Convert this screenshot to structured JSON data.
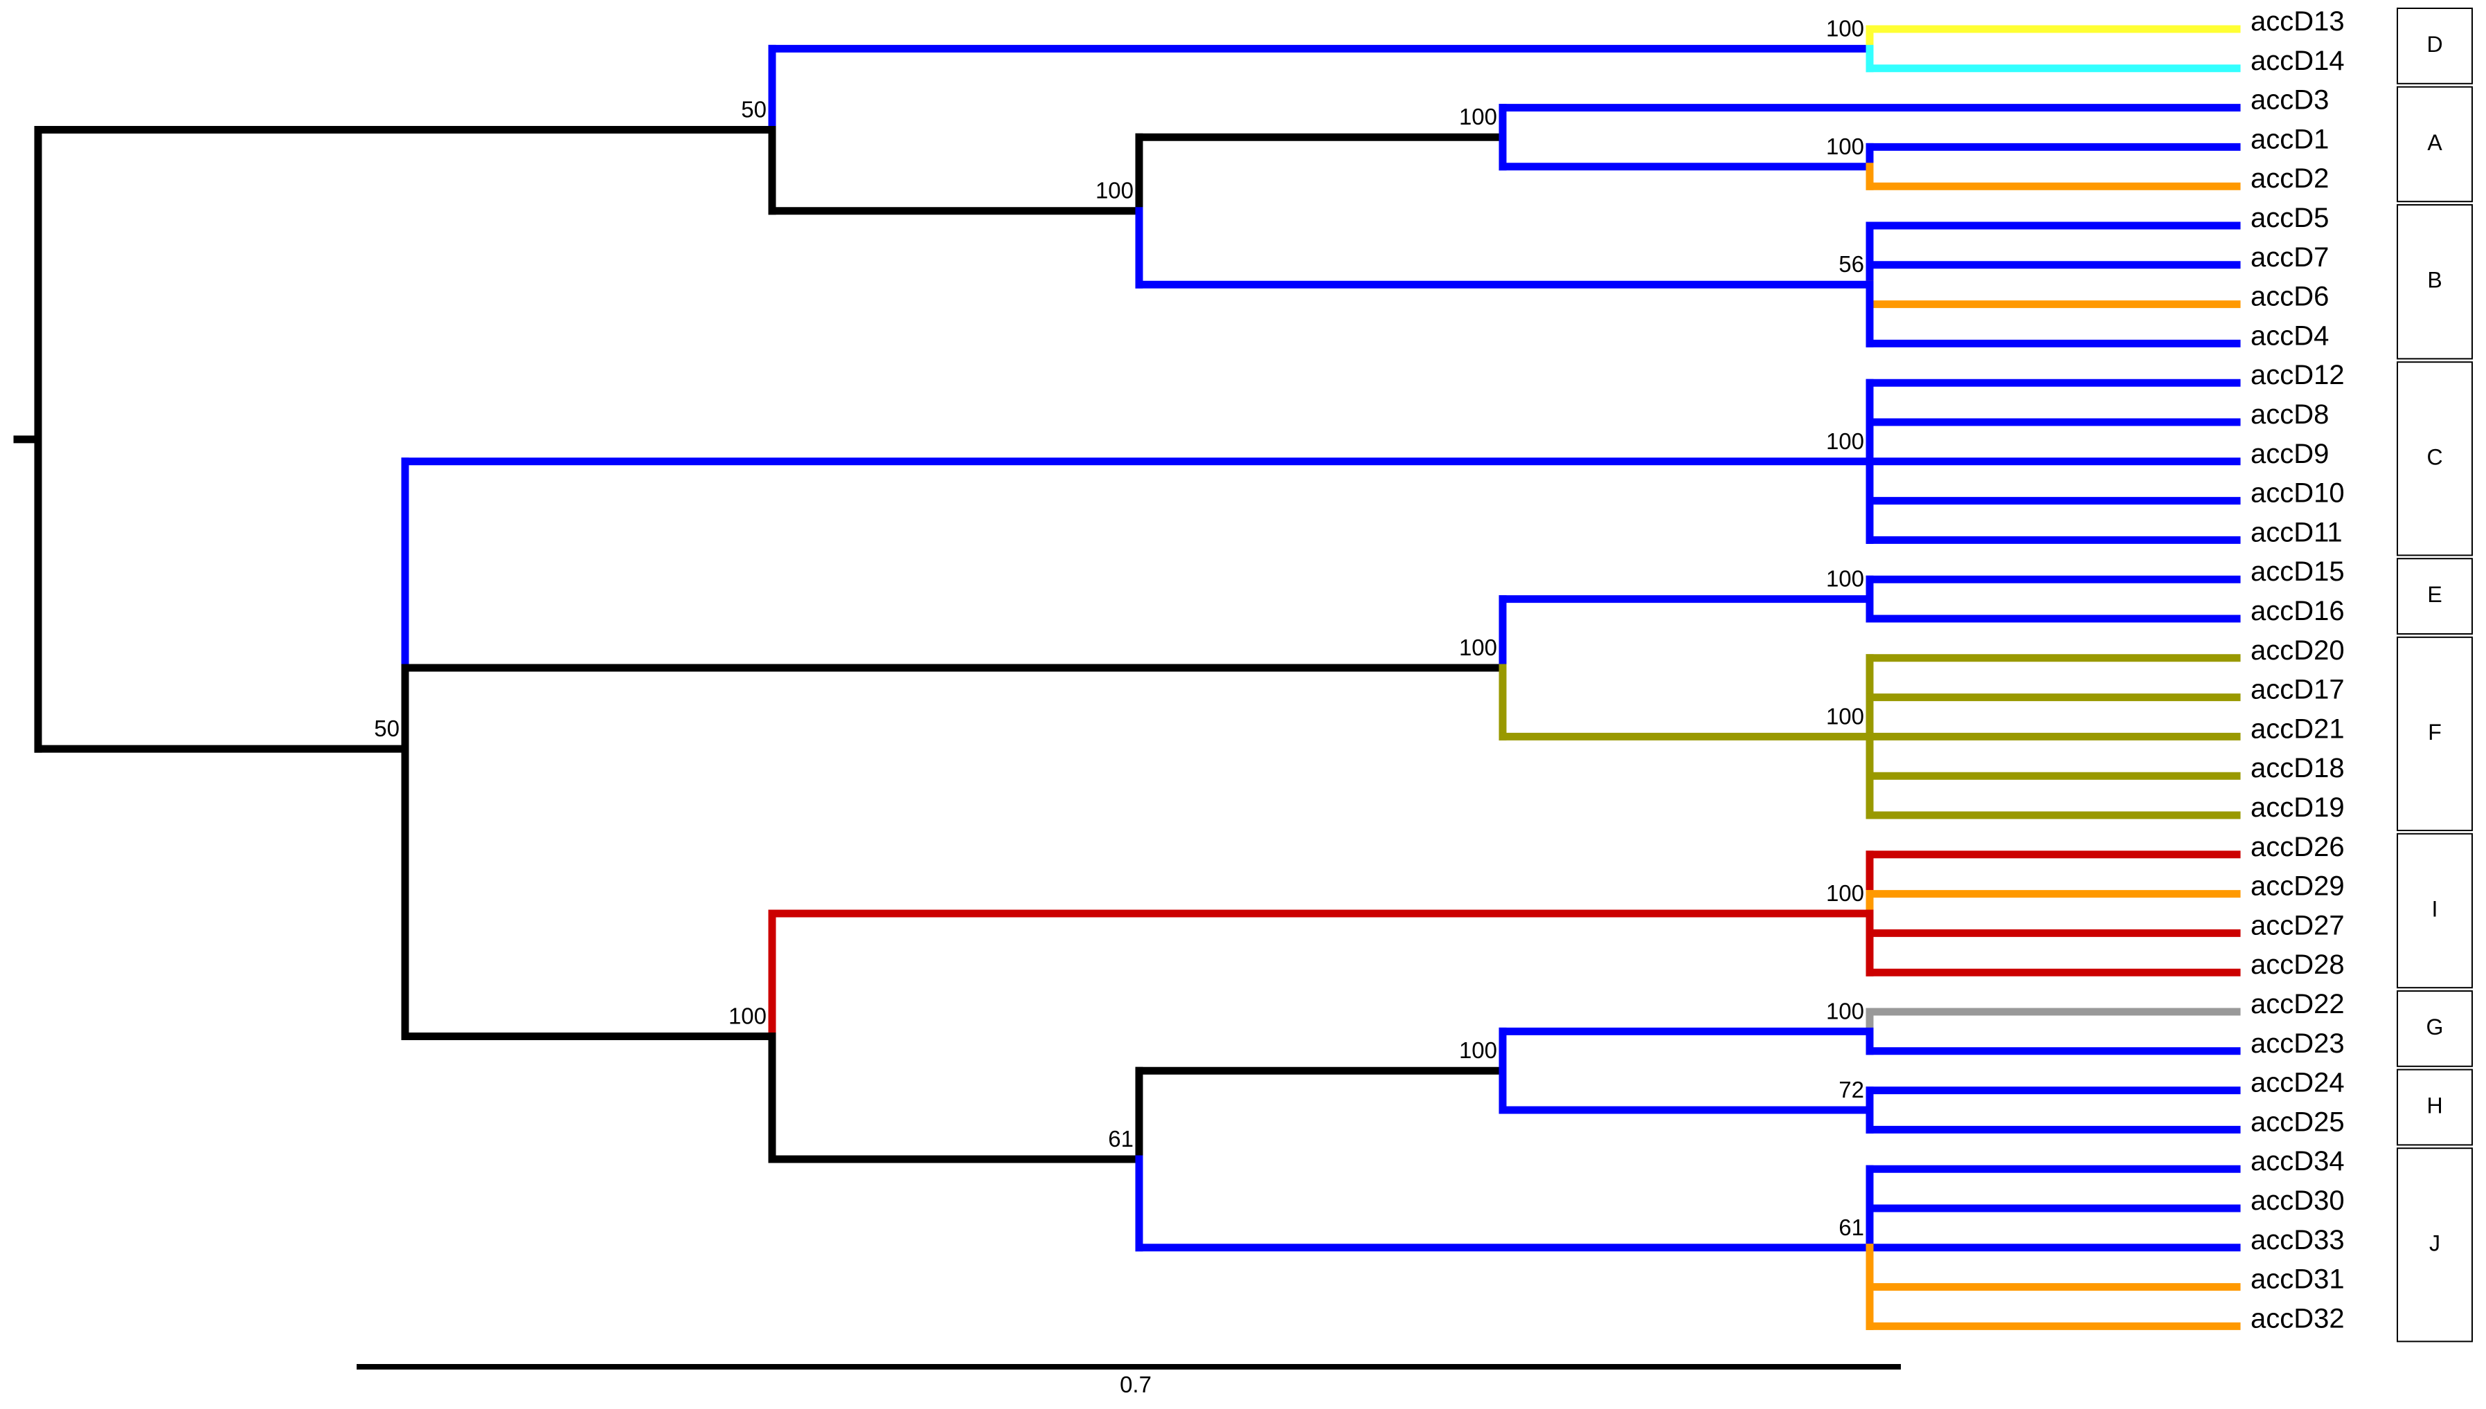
{
  "branch_default_color": "#000000",
  "tips": [
    {
      "id": "accD13",
      "label": "accD13",
      "color": "#ffff33"
    },
    {
      "id": "accD14",
      "label": "accD14",
      "color": "#33ffff"
    },
    {
      "id": "accD3",
      "label": "accD3",
      "color": "#0000ff"
    },
    {
      "id": "accD1",
      "label": "accD1",
      "color": "#0000ff"
    },
    {
      "id": "accD2",
      "label": "accD2",
      "color": "#ff9900"
    },
    {
      "id": "accD5",
      "label": "accD5",
      "color": "#0000ff"
    },
    {
      "id": "accD7",
      "label": "accD7",
      "color": "#0000ff"
    },
    {
      "id": "accD6",
      "label": "accD6",
      "color": "#ff9900"
    },
    {
      "id": "accD4",
      "label": "accD4",
      "color": "#0000ff"
    },
    {
      "id": "accD12",
      "label": "accD12",
      "color": "#0000ff"
    },
    {
      "id": "accD8",
      "label": "accD8",
      "color": "#0000ff"
    },
    {
      "id": "accD9",
      "label": "accD9",
      "color": "#0000ff"
    },
    {
      "id": "accD10",
      "label": "accD10",
      "color": "#0000ff"
    },
    {
      "id": "accD11",
      "label": "accD11",
      "color": "#0000ff"
    },
    {
      "id": "accD15",
      "label": "accD15",
      "color": "#0000ff"
    },
    {
      "id": "accD16",
      "label": "accD16",
      "color": "#0000ff"
    },
    {
      "id": "accD20",
      "label": "accD20",
      "color": "#999900"
    },
    {
      "id": "accD17",
      "label": "accD17",
      "color": "#999900"
    },
    {
      "id": "accD21",
      "label": "accD21",
      "color": "#999900"
    },
    {
      "id": "accD18",
      "label": "accD18",
      "color": "#999900"
    },
    {
      "id": "accD19",
      "label": "accD19",
      "color": "#999900"
    },
    {
      "id": "accD26",
      "label": "accD26",
      "color": "#cc0000"
    },
    {
      "id": "accD29",
      "label": "accD29",
      "color": "#ff9900"
    },
    {
      "id": "accD27",
      "label": "accD27",
      "color": "#cc0000"
    },
    {
      "id": "accD28",
      "label": "accD28",
      "color": "#cc0000"
    },
    {
      "id": "accD22",
      "label": "accD22",
      "color": "#999999"
    },
    {
      "id": "accD23",
      "label": "accD23",
      "color": "#0000ff"
    },
    {
      "id": "accD24",
      "label": "accD24",
      "color": "#0000ff"
    },
    {
      "id": "accD25",
      "label": "accD25",
      "color": "#0000ff"
    },
    {
      "id": "accD34",
      "label": "accD34",
      "color": "#0000ff"
    },
    {
      "id": "accD30",
      "label": "accD30",
      "color": "#0000ff"
    },
    {
      "id": "accD33",
      "label": "accD33",
      "color": "#0000ff"
    },
    {
      "id": "accD31",
      "label": "accD31",
      "color": "#ff9900"
    },
    {
      "id": "accD32",
      "label": "accD32",
      "color": "#ff9900"
    }
  ],
  "nodes": [
    {
      "id": "n_root",
      "parent": null,
      "support": ""
    },
    {
      "id": "n_top",
      "parent": "n_root",
      "support": "50"
    },
    {
      "id": "n_DD",
      "parent": "n_top",
      "support": "100",
      "color": "#0000ff"
    },
    {
      "id": "n_AB",
      "parent": "n_top",
      "support": "100"
    },
    {
      "id": "n_A",
      "parent": "n_AB",
      "support": "100"
    },
    {
      "id": "n_A12",
      "parent": "n_A",
      "support": "100",
      "color": "#0000ff"
    },
    {
      "id": "n_B",
      "parent": "n_AB",
      "support": "56",
      "color": "#0000ff"
    },
    {
      "id": "n_bot",
      "parent": "n_root",
      "support": "50"
    },
    {
      "id": "n_C",
      "parent": "n_bot",
      "support": "100",
      "color": "#0000ff"
    },
    {
      "id": "n_EF",
      "parent": "n_bot",
      "support": "100"
    },
    {
      "id": "n_E",
      "parent": "n_EF",
      "support": "100",
      "color": "#0000ff"
    },
    {
      "id": "n_F",
      "parent": "n_EF",
      "support": "100",
      "color": "#999900"
    },
    {
      "id": "n_IGHJ",
      "parent": "n_bot",
      "support": "100"
    },
    {
      "id": "n_I",
      "parent": "n_IGHJ",
      "support": "100",
      "color": "#cc0000"
    },
    {
      "id": "n_GHJ",
      "parent": "n_IGHJ",
      "support": "61"
    },
    {
      "id": "n_GH",
      "parent": "n_GHJ",
      "support": "100"
    },
    {
      "id": "n_G",
      "parent": "n_GH",
      "support": "100",
      "color": "#0000ff"
    },
    {
      "id": "n_H",
      "parent": "n_GH",
      "support": "72",
      "color": "#0000ff"
    },
    {
      "id": "n_J",
      "parent": "n_GHJ",
      "support": "61",
      "color": "#0000ff"
    }
  ],
  "edges": [
    [
      "n_top",
      "n_root"
    ],
    [
      "n_bot",
      "n_root"
    ],
    [
      "n_DD",
      "n_top"
    ],
    [
      "n_AB",
      "n_top"
    ],
    [
      "accD13",
      "n_DD"
    ],
    [
      "accD14",
      "n_DD"
    ],
    [
      "n_A",
      "n_AB"
    ],
    [
      "n_B",
      "n_AB"
    ],
    [
      "accD3",
      "n_A"
    ],
    [
      "n_A12",
      "n_A"
    ],
    [
      "accD1",
      "n_A12"
    ],
    [
      "accD2",
      "n_A12"
    ],
    [
      "accD5",
      "n_B"
    ],
    [
      "accD7",
      "n_B"
    ],
    [
      "accD6",
      "n_B"
    ],
    [
      "accD4",
      "n_B"
    ],
    [
      "n_C",
      "n_bot"
    ],
    [
      "n_EF",
      "n_bot"
    ],
    [
      "n_IGHJ",
      "n_bot"
    ],
    [
      "accD12",
      "n_C"
    ],
    [
      "accD8",
      "n_C"
    ],
    [
      "accD9",
      "n_C"
    ],
    [
      "accD10",
      "n_C"
    ],
    [
      "accD11",
      "n_C"
    ],
    [
      "n_E",
      "n_EF"
    ],
    [
      "n_F",
      "n_EF"
    ],
    [
      "accD15",
      "n_E"
    ],
    [
      "accD16",
      "n_E"
    ],
    [
      "accD20",
      "n_F"
    ],
    [
      "accD17",
      "n_F"
    ],
    [
      "accD21",
      "n_F"
    ],
    [
      "accD18",
      "n_F"
    ],
    [
      "accD19",
      "n_F"
    ],
    [
      "n_I",
      "n_IGHJ"
    ],
    [
      "n_GHJ",
      "n_IGHJ"
    ],
    [
      "accD26",
      "n_I"
    ],
    [
      "accD29",
      "n_I"
    ],
    [
      "accD27",
      "n_I"
    ],
    [
      "accD28",
      "n_I"
    ],
    [
      "n_GH",
      "n_GHJ"
    ],
    [
      "n_J",
      "n_GHJ"
    ],
    [
      "n_G",
      "n_GH"
    ],
    [
      "n_H",
      "n_GH"
    ],
    [
      "accD22",
      "n_G"
    ],
    [
      "accD23",
      "n_G"
    ],
    [
      "accD24",
      "n_H"
    ],
    [
      "accD25",
      "n_H"
    ],
    [
      "accD34",
      "n_J"
    ],
    [
      "accD30",
      "n_J"
    ],
    [
      "accD33",
      "n_J"
    ],
    [
      "accD31",
      "n_J"
    ],
    [
      "accD32",
      "n_J"
    ]
  ],
  "groups": [
    {
      "label": "D",
      "from": "accD13",
      "to": "accD14"
    },
    {
      "label": "A",
      "from": "accD3",
      "to": "accD2"
    },
    {
      "label": "B",
      "from": "accD5",
      "to": "accD4"
    },
    {
      "label": "C",
      "from": "accD12",
      "to": "accD11"
    },
    {
      "label": "E",
      "from": "accD15",
      "to": "accD16"
    },
    {
      "label": "F",
      "from": "accD20",
      "to": "accD19"
    },
    {
      "label": "I",
      "from": "accD26",
      "to": "accD28"
    },
    {
      "label": "G",
      "from": "accD22",
      "to": "accD23"
    },
    {
      "label": "H",
      "from": "accD24",
      "to": "accD25"
    },
    {
      "label": "J",
      "from": "accD34",
      "to": "accD32"
    }
  ],
  "scale_bar": {
    "label": "0.7"
  }
}
